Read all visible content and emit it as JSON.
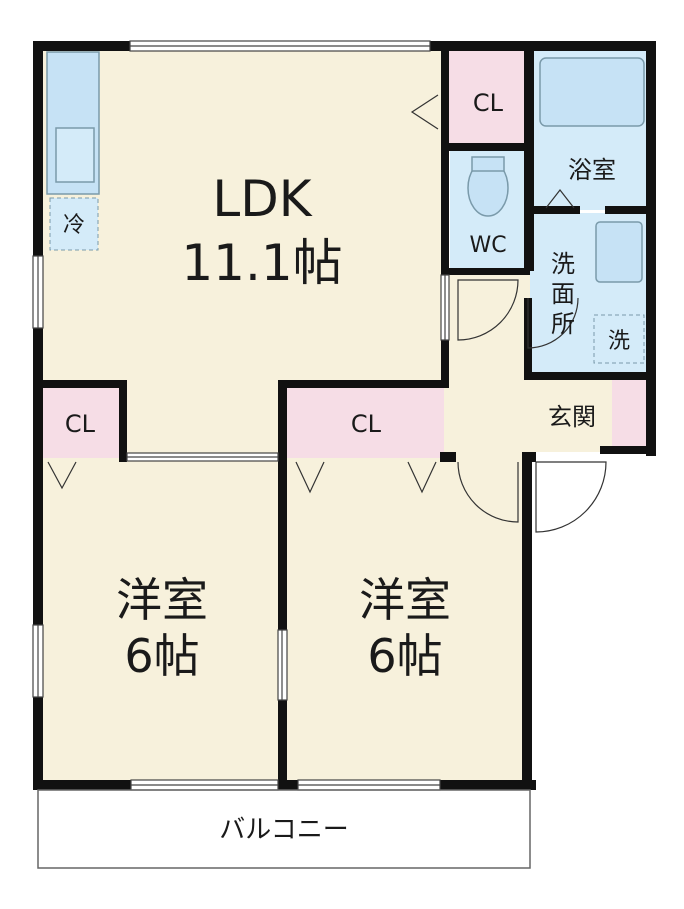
{
  "rooms": {
    "ldk": {
      "name": "LDK",
      "size": "11.1帖"
    },
    "western_left": {
      "name": "洋室",
      "size": "6帖"
    },
    "western_right": {
      "name": "洋室",
      "size": "6帖"
    },
    "bath": {
      "name": "浴室"
    },
    "wc": {
      "name": "WC"
    },
    "washroom": {
      "name_lines": [
        "洗",
        "面",
        "所"
      ]
    },
    "entrance": {
      "name": "玄関"
    },
    "balcony": {
      "name": "バルコニー"
    },
    "closets": {
      "ldk_top": "CL",
      "left_room": "CL",
      "right_room": "CL"
    }
  },
  "fixtures": {
    "fridge_space": "冷",
    "washer_space": "洗"
  },
  "colors": {
    "floor": "#f7f1dc",
    "closet": "#f6dde6",
    "wet_area": "#d4ebf9",
    "fixture": "#c6e2f5",
    "wall": "#111111"
  }
}
